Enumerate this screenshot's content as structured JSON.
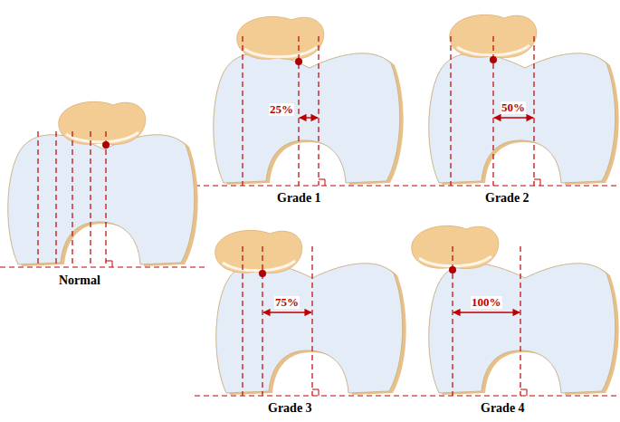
{
  "diagram": {
    "labels": [
      "25%",
      "Grade 1",
      "50%",
      "Grade 2",
      "Normal",
      "75%",
      "Grade 3",
      "100%",
      "Grade 4"
    ]
  }
}
